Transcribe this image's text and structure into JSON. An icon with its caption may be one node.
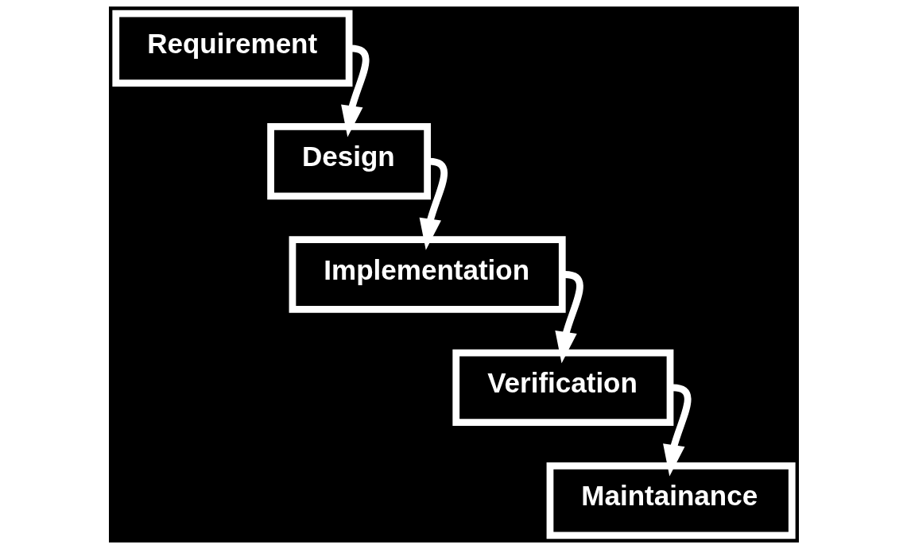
{
  "diagram": {
    "nodes": [
      {
        "text": [
          "Requirement"
        ]
      },
      {
        "text": [
          "Design"
        ]
      },
      {
        "text": [
          "Implementation"
        ]
      },
      {
        "text": [
          "Verification"
        ]
      },
      {
        "text": [
          "Maintainance"
        ]
      }
    ],
    "edges": [
      {
        "from": 0,
        "to": 1,
        "arrow": "to"
      },
      {
        "from": 1,
        "to": 2,
        "arrow": "to"
      },
      {
        "from": 2,
        "to": 3,
        "arrow": "to"
      },
      {
        "from": 3,
        "to": 4,
        "arrow": "to"
      }
    ]
  }
}
